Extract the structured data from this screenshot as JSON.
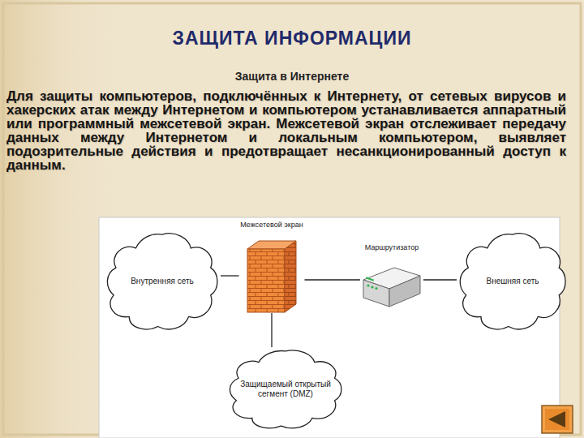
{
  "diagram": {
    "title": "ЗАЩИТА ИНФОРМАЦИИ",
    "nodes": [
      {
        "text": [
          "Межсетевой экран"
        ]
      },
      {
        "text": [
          "Маршрутизатор"
        ]
      },
      {
        "text": [
          "Внутренняя сеть"
        ]
      },
      {
        "text": [
          "Внешняя сеть"
        ]
      },
      {
        "text": [
          "Защищаемый открытый сегмент (DMZ)"
        ]
      }
    ],
    "edges": [
      {
        "from": 2,
        "to": 0,
        "arrow": "none"
      },
      {
        "from": 0,
        "to": 1,
        "arrow": "none"
      },
      {
        "from": 1,
        "to": 3,
        "arrow": "none"
      },
      {
        "from": 0,
        "to": 4,
        "arrow": "none"
      }
    ],
    "labels": [
      "Защита в Интернете",
      "Для защиты компьютеров, подключённых к Интернету, от сетевых вирусов и хакерских атак между Интернетом и компьютером устанавливается аппаратный или программный межсетевой экран. Межсетевой экран отслеживает передачу данных между Интернетом и локальным компьютером, выявляет подозрительные действия и предотвращает несанкционированный доступ к данным."
    ]
  }
}
